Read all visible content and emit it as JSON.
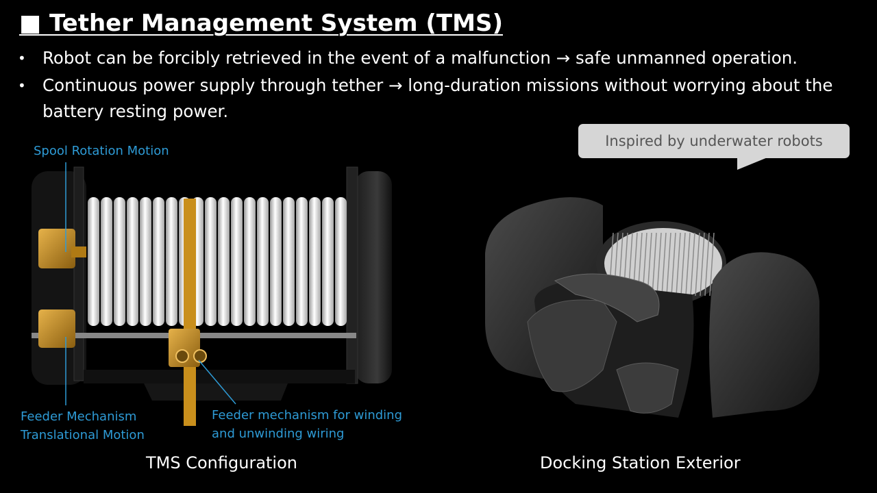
{
  "slide": {
    "title": "■ Tether Management System (TMS)",
    "bullets": [
      "Robot can be forcibly retrieved in the event of a malfunction → safe unmanned operation.",
      "Continuous power supply through tether → long-duration missions without worrying about the battery resting power."
    ],
    "callout": "Inspired by underwater robots"
  },
  "tms_diagram": {
    "labels": {
      "spool_rotation": "Spool Rotation Motion",
      "feeder_mechanism_line1": "Feeder Mechanism",
      "feeder_mechanism_line2": "Translational Motion",
      "feeder_winding_line1": "Feeder mechanism for winding",
      "feeder_winding_line2": "and unwinding wiring"
    },
    "caption": "TMS Configuration"
  },
  "docking_station": {
    "caption": "Docking Station Exterior"
  },
  "colors": {
    "background": "#000000",
    "label_blue": "#2e9bd6",
    "callout_bg": "#d6d6d6",
    "brass": "#c98f1c"
  }
}
